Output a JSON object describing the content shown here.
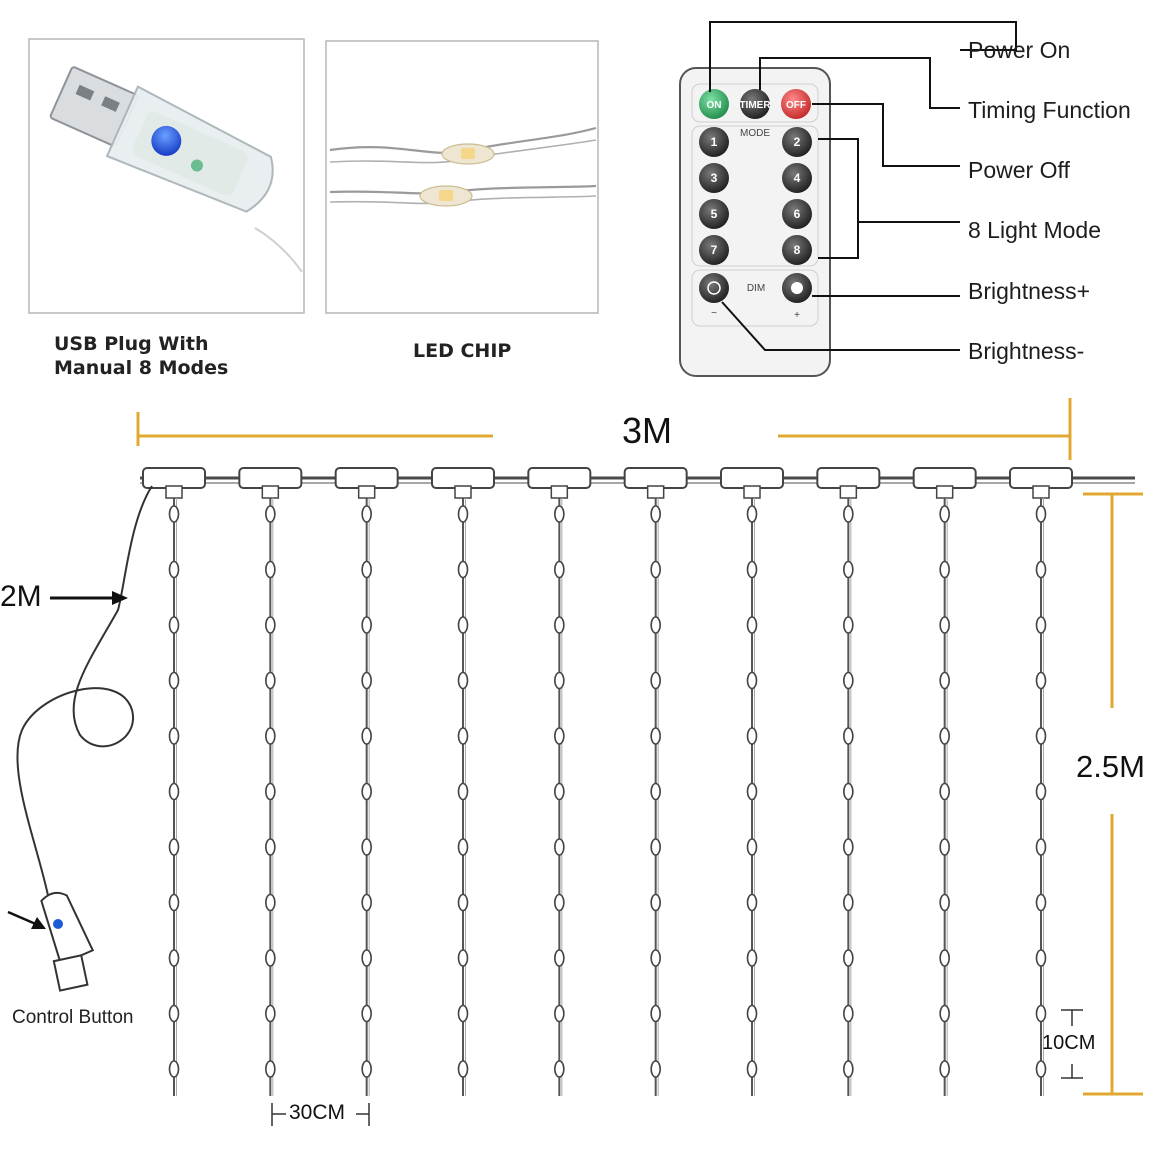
{
  "photos": {
    "usb_caption": "USB Plug With\nManual 8 Modes",
    "led_caption": "LED CHIP"
  },
  "remote": {
    "buttons": {
      "on": "ON",
      "timer": "TIMER",
      "off": "OFF",
      "mode": "MODE",
      "dim": "DIM",
      "minus": "−",
      "plus": "+"
    },
    "mode_keys": [
      "1",
      "2",
      "3",
      "4",
      "5",
      "6",
      "7",
      "8"
    ],
    "labels": {
      "power_on": "Power On",
      "timing": "Timing Function",
      "power_off": "Power Off",
      "light_mode": "8 Light Mode",
      "bright_plus": "Brightness+",
      "bright_minus": "Brightness-"
    },
    "colors": {
      "on": "#2f9e5a",
      "timer": "#3a3a3a",
      "off": "#d23b3b",
      "key": "#2e2e2e"
    }
  },
  "dimensions": {
    "width": "3M",
    "cable": "2M",
    "height": "2.5M",
    "spacing": "30CM",
    "led_gap": "10CM",
    "control_button": "Control Button"
  },
  "curtain": {
    "strands": 10,
    "leds_per_strand": 11
  },
  "colors": {
    "dimension_line": "#e0a830",
    "wire": "#555555"
  }
}
